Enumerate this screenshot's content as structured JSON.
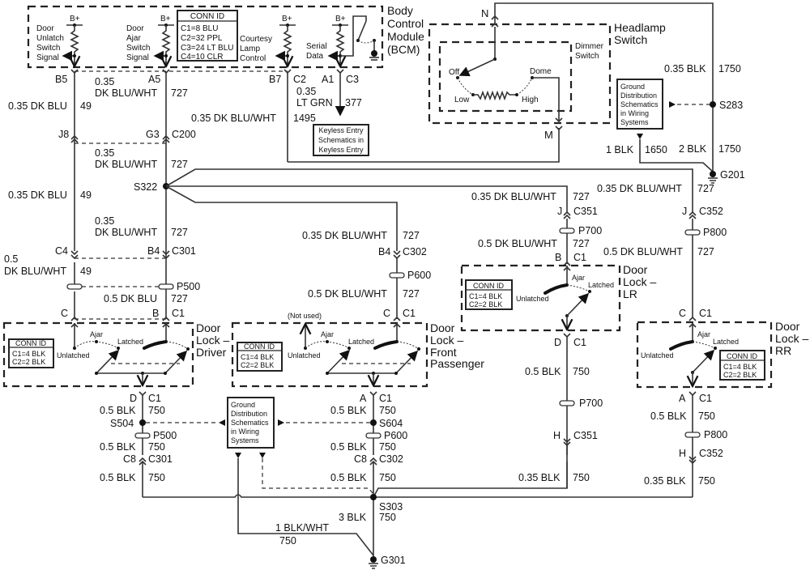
{
  "bcm": {
    "title": [
      "Body",
      "Control",
      "Module",
      "(BCM)"
    ],
    "bplus": "B+",
    "signals": {
      "door_unlatch": [
        "Door",
        "Unlatch",
        "Switch",
        "Signal"
      ],
      "door_ajar": [
        "Door",
        "Ajar",
        "Switch",
        "Signal"
      ],
      "courtesy": [
        "Courtesy",
        "Lamp",
        "Control"
      ],
      "serial": [
        "Serial",
        "Data"
      ]
    },
    "conn_id": {
      "title": "CONN ID",
      "rows": [
        "C1=8 BLU",
        "C2=32 PPL",
        "C3=24 LT BLU",
        "C4=10 CLR"
      ]
    },
    "pins": {
      "b5": "B5",
      "a5": "A5",
      "b7": "B7",
      "c2": "C2",
      "a1": "A1",
      "c3": "C3"
    }
  },
  "headlamp": {
    "title": [
      "Headlamp",
      "Switch"
    ],
    "dimmer": [
      "Dimmer",
      "Switch"
    ],
    "positions": {
      "off": "Off",
      "low": "Low",
      "high": "High",
      "dome": "Dome"
    },
    "pin_n": "N",
    "pin_m": "M"
  },
  "refs": {
    "keyless": [
      "Keyless Entry",
      "Schematics in",
      "Keyless Entry"
    ],
    "ground1": [
      "Ground",
      "Distribution",
      "Schematics",
      "in Wiring",
      "Systems"
    ],
    "ground2": [
      "Ground",
      "Distribution",
      "Schematics",
      "in Wiring",
      "Systems"
    ]
  },
  "wires": {
    "w49_top": {
      "gauge": "0.35 DK BLU",
      "circuit": "49"
    },
    "w727_top_gauge": "0.35",
    "w727_top_color": "DK BLU/WHT",
    "w727_top_circuit": "727",
    "w377_gauge": "0.35",
    "w377_color": "LT GRN",
    "w377_circuit": "377",
    "w1495": {
      "gauge": "0.35 DK BLU/WHT",
      "circuit": "1495"
    },
    "w727_mid_gauge": "0.35",
    "w727_mid_color": "DK BLU/WHT",
    "w727_mid_circuit": "727",
    "w49_mid": {
      "gauge": "0.35 DK BLU",
      "circuit": "49"
    },
    "w727_low_gauge": "0.35",
    "w727_low_color": "DK BLU/WHT",
    "w727_low_circuit": "727",
    "w49_low_gauge": "0.5",
    "w49_low_color": "DK BLU/WHT",
    "w49_low_circuit": "49",
    "w727_drv": {
      "gauge": "0.5 DK BLU",
      "circuit": "727"
    },
    "w727_fp_top": {
      "gauge": "0.35 DK BLU/WHT",
      "circuit": "727"
    },
    "w727_fp_bot": {
      "gauge": "0.5 DK BLU/WHT",
      "circuit": "727"
    },
    "w727_lr_top": {
      "gauge": "0.35 DK BLU/WHT",
      "circuit": "727"
    },
    "w727_lr_bot": {
      "gauge": "0.5 DK BLU/WHT",
      "circuit": "727"
    },
    "w727_rr_top": {
      "gauge": "0.35 DK BLU/WHT",
      "circuit": "727"
    },
    "w727_rr_bot": {
      "gauge": "0.5 DK BLU/WHT",
      "circuit": "727"
    },
    "w1750_top": {
      "gauge": "0.35 BLK",
      "circuit": "1750"
    },
    "w1750_bot": {
      "gauge": "2 BLK",
      "circuit": "1750"
    },
    "w1650": {
      "gauge": "1 BLK",
      "circuit": "1650"
    },
    "w750_drv1": {
      "gauge": "0.5 BLK",
      "circuit": "750"
    },
    "w750_drv2": {
      "gauge": "0.5 BLK",
      "circuit": "750"
    },
    "w750_drv3": {
      "gauge": "0.5 BLK",
      "circuit": "750"
    },
    "w750_fp1": {
      "gauge": "0.5 BLK",
      "circuit": "750"
    },
    "w750_fp2": {
      "gauge": "0.5 BLK",
      "circuit": "750"
    },
    "w750_fp3": {
      "gauge": "0.5 BLK",
      "circuit": "750"
    },
    "w750_lr1": {
      "gauge": "0.5 BLK",
      "circuit": "750"
    },
    "w750_lr2": {
      "gauge": "0.35 BLK",
      "circuit": "750"
    },
    "w750_rr1": {
      "gauge": "0.5 BLK",
      "circuit": "750"
    },
    "w750_rr2": {
      "gauge": "0.35 BLK",
      "circuit": "750"
    },
    "w750_main": {
      "gauge": "3 BLK",
      "circuit": "750"
    },
    "w750_bw": {
      "gauge": "1 BLK/WHT",
      "circuit": "750"
    }
  },
  "connectors": {
    "j8": "J8",
    "g3": "G3",
    "c200": "C200",
    "c4": "C4",
    "b4_301": "B4",
    "c301": "C301",
    "p500": "P500",
    "c_drv": "C",
    "b_drv": "B",
    "c1_drv": "C1",
    "b4_302": "B4",
    "c302": "C302",
    "p600": "P600",
    "c_fp": "C",
    "c1_fp": "C1",
    "j_351": "J",
    "c351": "C351",
    "p700": "P700",
    "b_lr": "B",
    "c1_lr": "C1",
    "j_352": "J",
    "c352": "C352",
    "p800": "P800",
    "c_rr": "C",
    "c1_rr": "C1",
    "d_drv": "D",
    "c1_drvb": "C1",
    "p500b": "P500",
    "c8_301": "C8",
    "c301b": "C301",
    "a_fp": "A",
    "c1_fpb": "C1",
    "p600b": "P600",
    "c8_302": "C8",
    "c302b": "C302",
    "d_lr": "D",
    "c1_lrb": "C1",
    "p700b": "P700",
    "h_351": "H",
    "c351b": "C351",
    "a_rr": "A",
    "c1_rrb": "C1",
    "p800b": "P800",
    "h_352": "H",
    "c352b": "C352"
  },
  "splices": {
    "s322": "S322",
    "s283": "S283",
    "s504": "S504",
    "s604": "S604",
    "s303": "S303"
  },
  "grounds": {
    "g201": "G201",
    "g301": "G301"
  },
  "door_locks": {
    "driver": {
      "title": [
        "Door",
        "Lock –",
        "Driver"
      ]
    },
    "front_passenger": {
      "title": [
        "Door",
        "Lock –",
        "Front",
        "Passenger"
      ],
      "not_used": "(Not used)"
    },
    "lr": {
      "title": [
        "Door",
        "Lock –",
        "LR"
      ]
    },
    "rr": {
      "title": [
        "Door",
        "Lock –",
        "RR"
      ]
    },
    "states": {
      "ajar": "Ajar",
      "latched": "Latched",
      "unlatched": "Unlatched"
    },
    "conn_id": {
      "title": "CONN ID",
      "rows": [
        "C1=4 BLK",
        "C2=2 BLK"
      ]
    }
  }
}
